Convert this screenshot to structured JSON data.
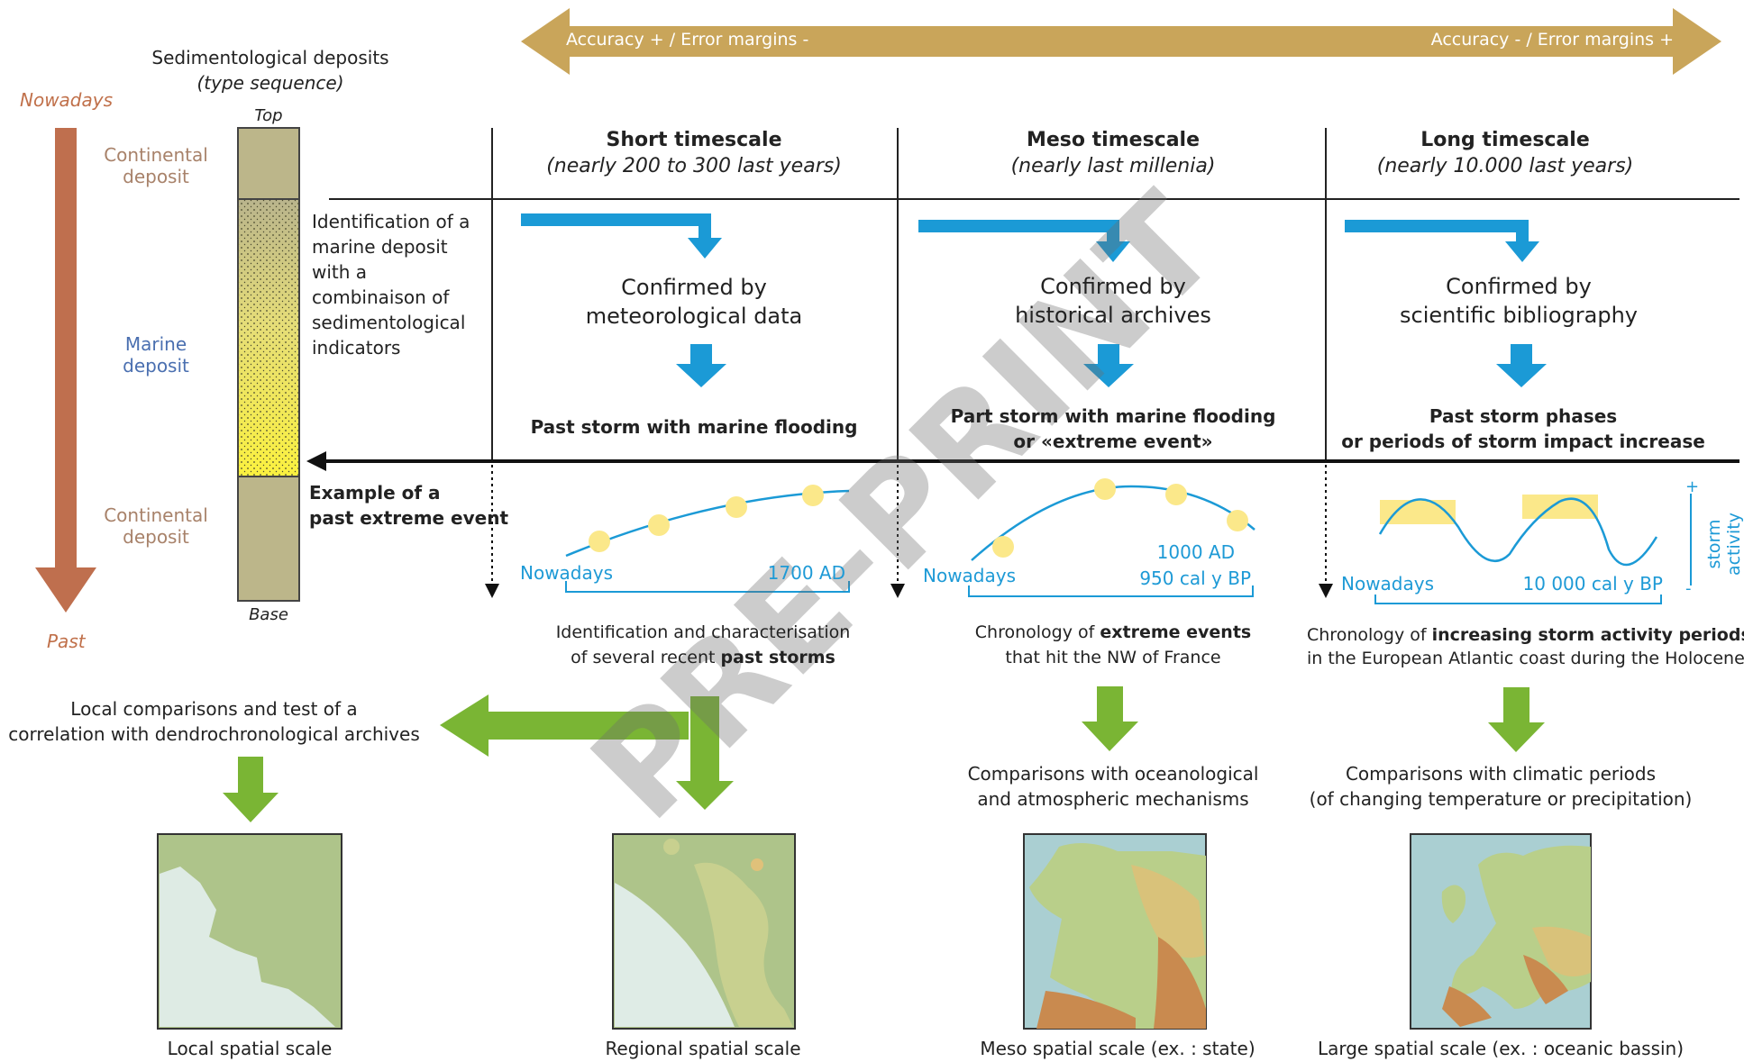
{
  "accuracy_arrow": {
    "left_label": "Accuracy + / Error margins -",
    "right_label": "Accuracy - / Error margins +",
    "color": "#c9a55a"
  },
  "time_axis": {
    "top_label": "Nowadays",
    "bottom_label": "Past",
    "color": "#c07050"
  },
  "sediment_column": {
    "title": "Sedimentological deposits",
    "subtitle": "(type sequence)",
    "top_label": "Top",
    "base_label": "Base",
    "upper_layer": "Continental deposit",
    "middle_layer": "Marine deposit",
    "lower_layer": "Continental deposit",
    "identification_text": [
      "Identification of a",
      "marine deposit",
      "with a",
      "combinaison of",
      "sedimentological",
      "indicators"
    ],
    "example_text": [
      "Example of a",
      "past extreme event"
    ],
    "continental_color": "#bdb78c",
    "marine_color_top": "#c8c49a",
    "marine_color_bottom": "#f7ef4a"
  },
  "timescales": {
    "short": {
      "title": "Short timescale",
      "subtitle": "(nearly 200 to 300 last years)",
      "confirmed": [
        "Confirmed by",
        "meteorological data"
      ],
      "result": [
        "Past storm with marine flooding"
      ],
      "axis_left": "Nowadays",
      "axis_right": "1700 AD",
      "description": [
        "Identification and characterisation",
        "of several recent ",
        "past storms"
      ]
    },
    "meso": {
      "title": "Meso timescale",
      "subtitle": "(nearly last millenia)",
      "confirmed": [
        "Confirmed by",
        "historical archives"
      ],
      "result": [
        "Part storm with marine flooding",
        "or «extreme event»"
      ],
      "axis_left": "Nowadays",
      "axis_right_1": "1000 AD",
      "axis_right_2": "950 cal y BP",
      "description": [
        "Chronology of ",
        "extreme events",
        "that hit the NW of France"
      ],
      "comparison": [
        "Comparisons with oceanological",
        "and atmospheric mechanisms"
      ]
    },
    "long": {
      "title": "Long timescale",
      "subtitle": "(nearly 10.000 last years)",
      "confirmed": [
        "Confirmed by",
        "scientific bibliography"
      ],
      "result": [
        "Past storm phases",
        "or periods of storm impact increase"
      ],
      "axis_left": "Nowadays",
      "axis_right": "10 000 cal y BP",
      "activity_label": "storm activity",
      "activity_plus": "+",
      "activity_minus": "-",
      "description": [
        "Chronology of ",
        "increasing storm activity periods",
        "in the European Atlantic coast during the Holocene"
      ],
      "comparison": [
        "Comparisons with climatic periods",
        "(of changing temperature or precipitation)"
      ]
    }
  },
  "local_comparison": [
    "Local comparisons and test of a",
    "correlation with dendrochronological archives"
  ],
  "spatial_scales": {
    "local": "Local spatial scale",
    "regional": "Regional spatial scale",
    "meso": "Meso spatial scale (ex. : state)",
    "large": "Large spatial scale (ex. : oceanic bassin)"
  },
  "watermark": "PRE-PRINT",
  "colors": {
    "cyan_arrow": "#1b9ad6",
    "green_arrow": "#7ab534",
    "highlight": "#fbe88a"
  }
}
